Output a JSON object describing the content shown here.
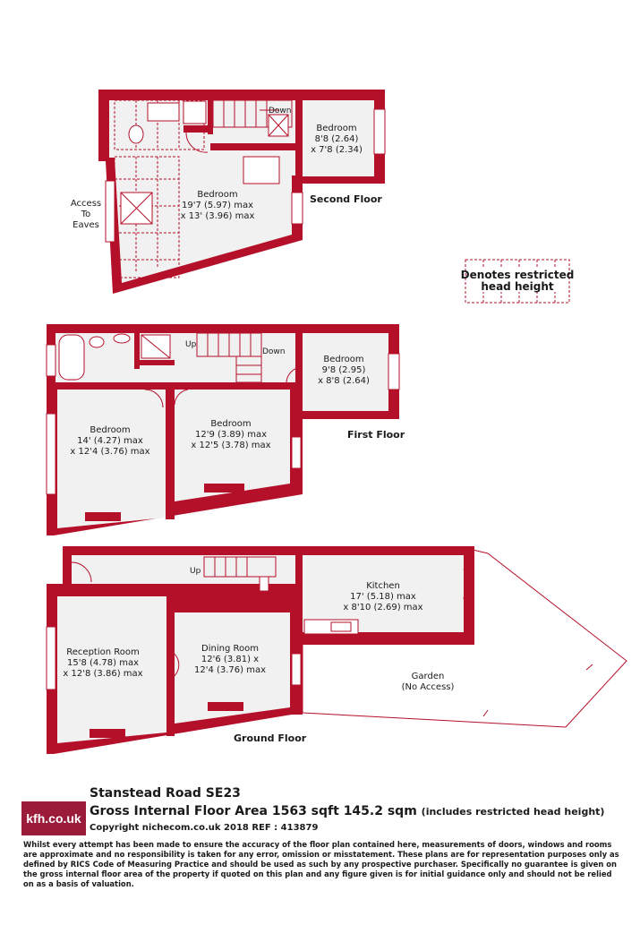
{
  "legend": {
    "label_line1": "Denotes restricted",
    "label_line2": "head height"
  },
  "second_floor": {
    "title": "Second Floor",
    "access": [
      "Access",
      "To",
      "Eaves"
    ],
    "stairs_down": "Down",
    "bedroom_main": {
      "name": "Bedroom",
      "dim1": "19'7 (5.97) max",
      "dim2": "x 13' (3.96) max"
    },
    "bedroom_small": {
      "name": "Bedroom",
      "dim1": "8'8 (2.64)",
      "dim2": "x 7'8 (2.34)"
    }
  },
  "first_floor": {
    "title": "First Floor",
    "stairs_up": "Up",
    "stairs_down": "Down",
    "bedroom_left": {
      "name": "Bedroom",
      "dim1": "14' (4.27) max",
      "dim2": "x 12'4 (3.76) max"
    },
    "bedroom_mid": {
      "name": "Bedroom",
      "dim1": "12'9 (3.89) max",
      "dim2": "x 12'5 (3.78) max"
    },
    "bedroom_right": {
      "name": "Bedroom",
      "dim1": "9'8 (2.95)",
      "dim2": "x 8'8 (2.64)"
    }
  },
  "ground_floor": {
    "title": "Ground Floor",
    "stairs_up": "Up",
    "kitchen": {
      "name": "Kitchen",
      "dim1": "17' (5.18) max",
      "dim2": "x 8'10 (2.69) max"
    },
    "reception": {
      "name": "Reception Room",
      "dim1": "15'8 (4.78) max",
      "dim2": "x 12'8 (3.86) max"
    },
    "dining": {
      "name": "Dining Room",
      "dim1": "12'6 (3.81) x",
      "dim2": "12'4 (3.76) max"
    },
    "garden": {
      "name": "Garden",
      "note": "(No Access)"
    }
  },
  "footer": {
    "logo": "kfh.co.uk",
    "address": "Stanstead Road  SE23",
    "area": "Gross Internal Floor Area 1563 sqft 145.2 sqm",
    "area_note": "(includes restricted head height)",
    "copyright": "Copyright nichecom.co.uk 2018 REF : 413879",
    "disclaimer": "Whilst every attempt has been made to ensure the accuracy of the floor plan contained here, measurements of doors, windows and rooms are approximate and no responsibility is taken for any error, omission or misstatement.  These plans are for representation purposes only as defined by RICS Code of Measuring Practice and should be used as such by any prospective purchaser.  Specifically no guarantee is given on the gross internal floor area of the property if quoted on this plan and any figure given is for initial guidance only and should not be relied on as a basis of valuation."
  },
  "colors": {
    "wall": "#b5102a",
    "floor": "#f1f1f1",
    "logo_bg": "#9b1b3a"
  }
}
